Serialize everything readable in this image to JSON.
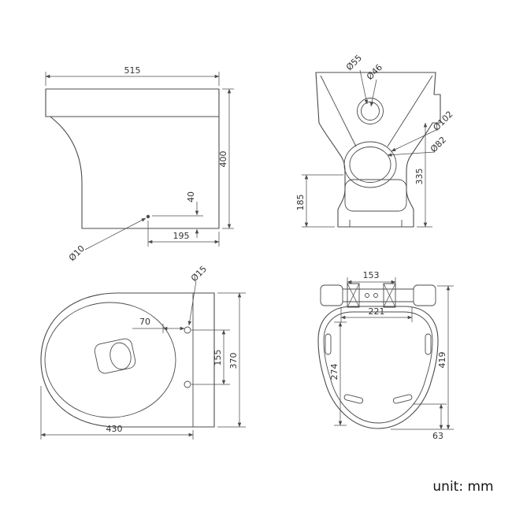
{
  "unit_label": "unit: mm",
  "side_view": {
    "overall_width": "515",
    "overall_height": "400",
    "outlet_offset": "40",
    "outlet_distance": "195",
    "fixing_hole_dia": "Ø10"
  },
  "front_view": {
    "inlet_outer_dia": "Ø55",
    "inlet_inner_dia": "Ø46",
    "outlet_outer_dia": "Ø102",
    "outlet_inner_dia": "Ø82",
    "rim_height": "335",
    "lower_height": "185"
  },
  "plan_view": {
    "hole_inset": "70",
    "fixing_hole_dia": "Ø15",
    "hole_spacing": "155",
    "overall_width": "370",
    "overall_depth": "430"
  },
  "seat_view": {
    "hinge_hole_spacing": "153",
    "hinge_width": "221",
    "inner_length": "274",
    "overall_length": "419",
    "bumper_offset": "63"
  }
}
